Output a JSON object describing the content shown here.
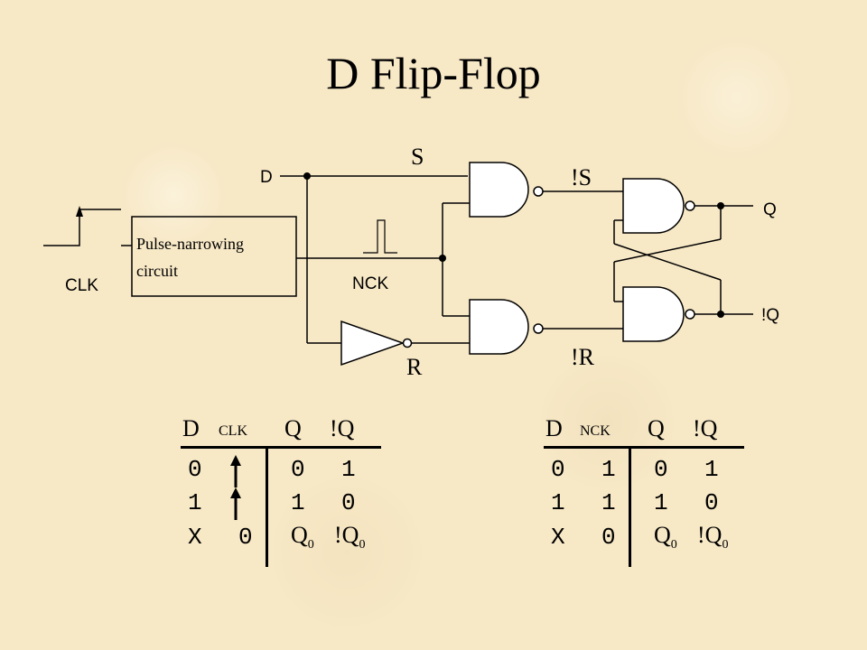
{
  "title": "D Flip-Flop",
  "circuit": {
    "label_D": "D",
    "label_S": "S",
    "label_notS": "!S",
    "label_Q": "Q",
    "label_notQ": "!Q",
    "label_R": "R",
    "label_notR": "!R",
    "label_CLK": "CLK",
    "label_NCK": "NCK",
    "box_line1": "Pulse-narrowing",
    "box_line2": "circuit"
  },
  "tables": [
    {
      "headers": [
        "D",
        "CLK",
        "Q",
        "!Q"
      ],
      "rows": [
        {
          "d": "0",
          "clk": "up-arrow",
          "q": "0",
          "nq": "1"
        },
        {
          "d": "1",
          "clk": "up-arrow",
          "q": "1",
          "nq": "0"
        },
        {
          "d": "X",
          "clk": "0",
          "q": "Q",
          "q_sub": "0",
          "nq": "!Q",
          "nq_sub": "0"
        }
      ]
    },
    {
      "headers": [
        "D",
        "NCK",
        "Q",
        "!Q"
      ],
      "rows": [
        {
          "d": "0",
          "clk": "1",
          "q": "0",
          "nq": "1"
        },
        {
          "d": "1",
          "clk": "1",
          "q": "1",
          "nq": "0"
        },
        {
          "d": "X",
          "clk": "0",
          "q": "Q",
          "q_sub": "0",
          "nq": "!Q",
          "nq_sub": "0"
        }
      ]
    }
  ]
}
